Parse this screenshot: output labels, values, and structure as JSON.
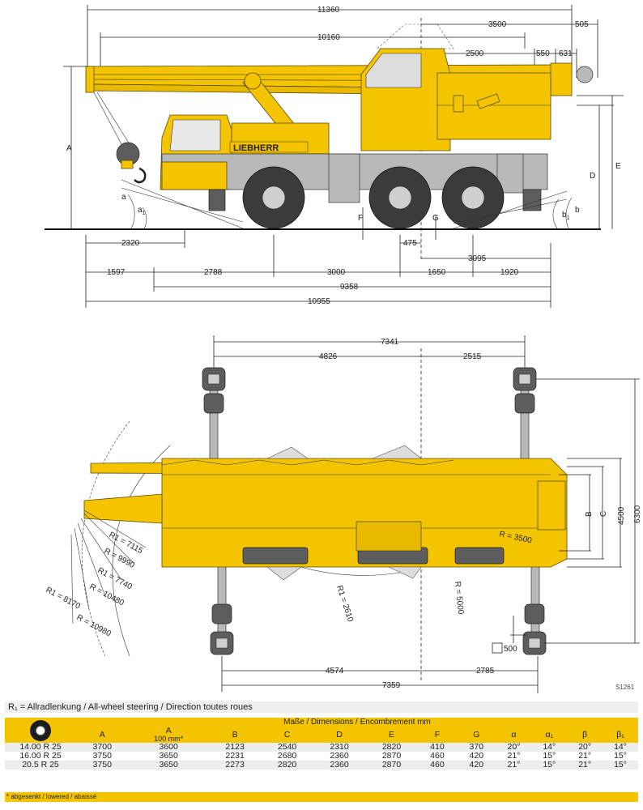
{
  "side_view": {
    "overall_dims": {
      "d11360": "11360",
      "d10160": "10160",
      "d3500": "3500",
      "d505": "505",
      "d2500": "2500",
      "d550": "550",
      "d631": "631"
    },
    "letters": {
      "A": "A",
      "D": "D",
      "E": "E",
      "F": "F",
      "G": "G",
      "a": "a",
      "a1_base": "a",
      "a1_sub": "1",
      "b": "b",
      "b1_base": "b",
      "b1_sub": "1"
    },
    "lower_dims": {
      "d2320": "2320",
      "d475": "475",
      "d3095": "3095",
      "d1597": "1597",
      "d2788": "2788",
      "d3000": "3000",
      "d1650": "1650",
      "d1920": "1920",
      "d9358": "9358",
      "d10955": "10955"
    },
    "logo": "LIEBHERR"
  },
  "top_view": {
    "dims": {
      "d7341": "7341",
      "d4826": "4826",
      "d2515": "2515",
      "d4574": "4574",
      "d2785": "2785",
      "d7359": "7359",
      "d4500": "4500",
      "d6300": "6300",
      "d500": "500"
    },
    "letters": {
      "B": "B",
      "C": "C"
    },
    "radii": {
      "r1_7115": "R1 = 7115",
      "r_9990": "R = 9990",
      "r1_7740": "R1 = 7740",
      "r_10480": "R = 10480",
      "r1_8170": "R1 = 8170",
      "r_10980": "R = 10980",
      "r_3500": "R = 3500",
      "r1_2610": "R1 = 2610",
      "r_5000": "R = 5000"
    }
  },
  "figure_id": "S1261",
  "legend": "R₁ = Allradlenkung / All-wheel steering / Direction toutes roues",
  "table": {
    "group_header": "Maße / Dimensions / Encombrement mm",
    "columns": [
      "A",
      "A",
      "B",
      "C",
      "D",
      "E",
      "F",
      "G",
      "α",
      "α₁",
      "β",
      "β₁"
    ],
    "a2_sub": "100 mm*",
    "rows": [
      {
        "tire": "14.00 R 25",
        "values": [
          "3700",
          "3600",
          "2123",
          "2540",
          "2310",
          "2820",
          "410",
          "370",
          "20°",
          "14°",
          "20°",
          "14°"
        ]
      },
      {
        "tire": "16.00 R 25",
        "values": [
          "3750",
          "3650",
          "2231",
          "2680",
          "2360",
          "2870",
          "460",
          "420",
          "21°",
          "15°",
          "21°",
          "15°"
        ]
      },
      {
        "tire": "20.5 R 25",
        "values": [
          "3750",
          "3650",
          "2273",
          "2820",
          "2360",
          "2870",
          "460",
          "420",
          "21°",
          "15°",
          "21°",
          "15°"
        ]
      }
    ],
    "footnote": "* abgesenkt / lowered / abaissé"
  }
}
